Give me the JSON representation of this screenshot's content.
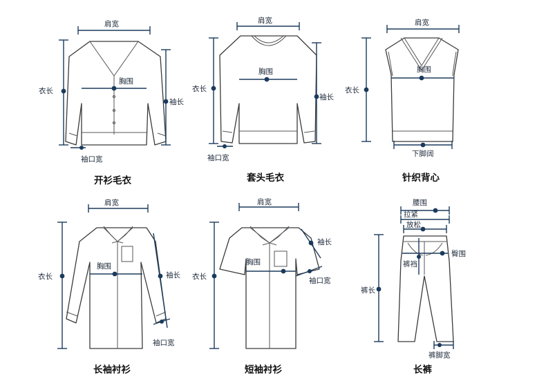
{
  "garments": [
    {
      "id": "cardigan",
      "caption": "开衫毛衣",
      "labels": {
        "shoulder": "肩宽",
        "length": "衣长",
        "chest": "胸围",
        "sleeve": "袖长",
        "cuff": "袖口宽"
      }
    },
    {
      "id": "pullover",
      "caption": "套头毛衣",
      "labels": {
        "shoulder": "肩宽",
        "length": "衣长",
        "chest": "胸围",
        "sleeve": "袖长",
        "cuff": "袖口宽"
      }
    },
    {
      "id": "vest",
      "caption": "针织背心",
      "labels": {
        "shoulder": "肩宽",
        "length": "衣长",
        "chest": "胸围",
        "hem": "下脚阔"
      }
    },
    {
      "id": "longshirt",
      "caption": "长袖衬衫",
      "labels": {
        "shoulder": "肩宽",
        "length": "衣长",
        "chest": "胸围",
        "sleeve": "袖长",
        "cuff": "袖口宽"
      }
    },
    {
      "id": "shortshirt",
      "caption": "短袖衬衫",
      "labels": {
        "shoulder": "肩宽",
        "length": "衣长",
        "chest": "胸围",
        "sleeve": "袖长",
        "cuff": "袖口宽"
      }
    },
    {
      "id": "pants",
      "caption": "长裤",
      "labels": {
        "waist": "腰围",
        "tight": "拉紧",
        "loose": "放松",
        "rise": "裤裆",
        "hip": "臀围",
        "length": "裤长",
        "hemwidth": "裤脚宽"
      }
    }
  ],
  "colors": {
    "measure": "#1b3a5c",
    "outline": "#3a3a3a"
  }
}
